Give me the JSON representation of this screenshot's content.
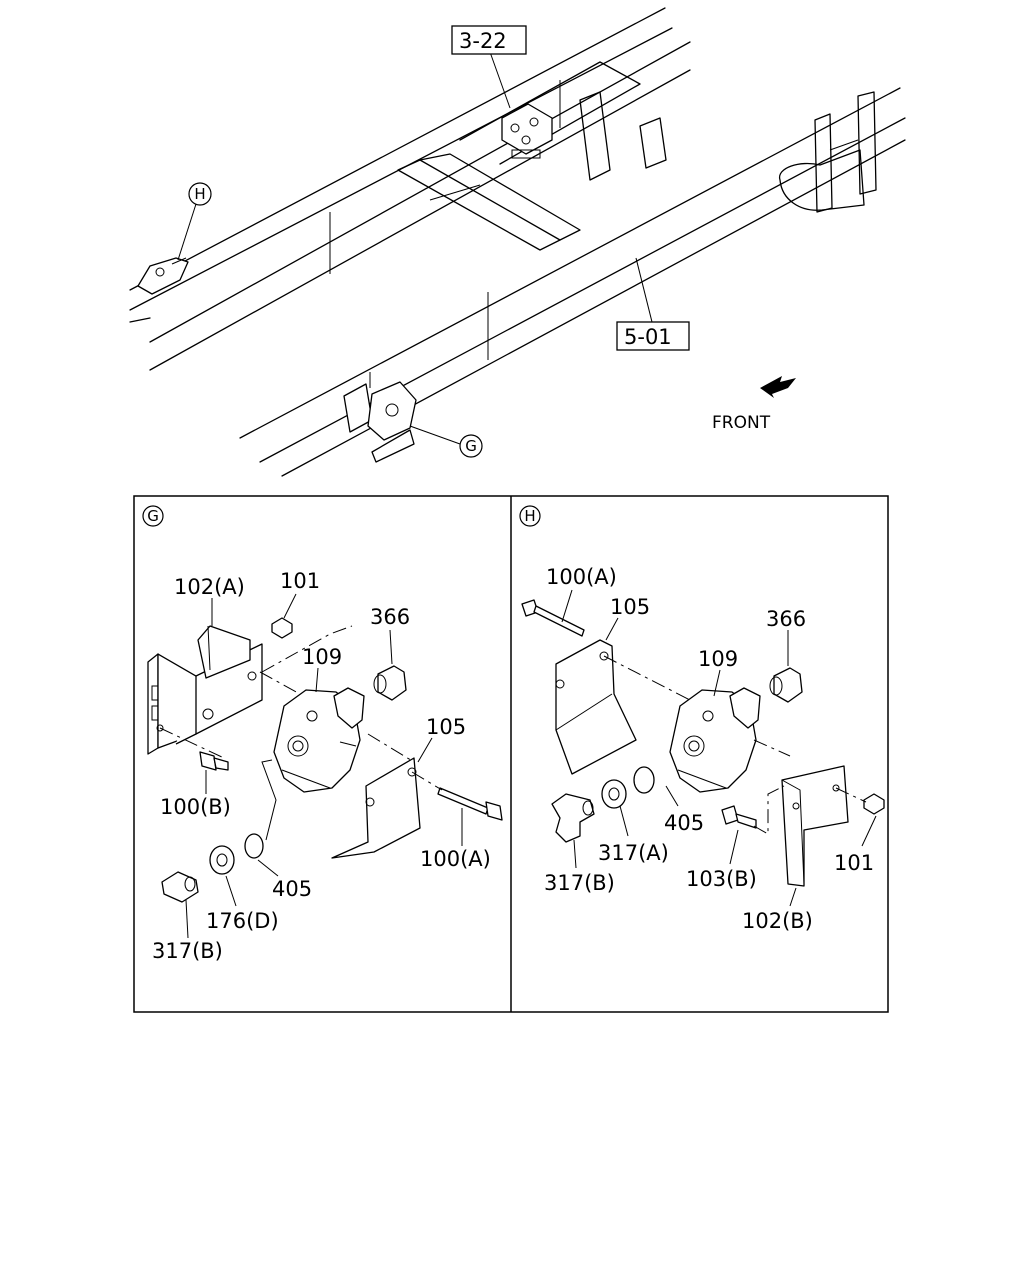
{
  "overview": {
    "ref_top": "3-22",
    "ref_frame": "5-01",
    "direction": "FRONT",
    "callout_g": "G",
    "callout_h": "H"
  },
  "panel_g": {
    "marker": "G",
    "labels": {
      "bracket": "102(A)",
      "nut": "101",
      "valve": "109",
      "fitting": "366",
      "shield": "105",
      "bolt_small": "100(B)",
      "bolt_long": "100(A)",
      "oring": "405",
      "washer": "176(D)",
      "connector": "317(B)"
    }
  },
  "panel_h": {
    "marker": "H",
    "labels": {
      "bolt_long": "100(A)",
      "shield": "105",
      "valve": "109",
      "fitting": "366",
      "oring": "405",
      "washer": "317(A)",
      "elbow": "317(B)",
      "bolt_small": "103(B)",
      "nut": "101",
      "bracket": "102(B)"
    }
  }
}
